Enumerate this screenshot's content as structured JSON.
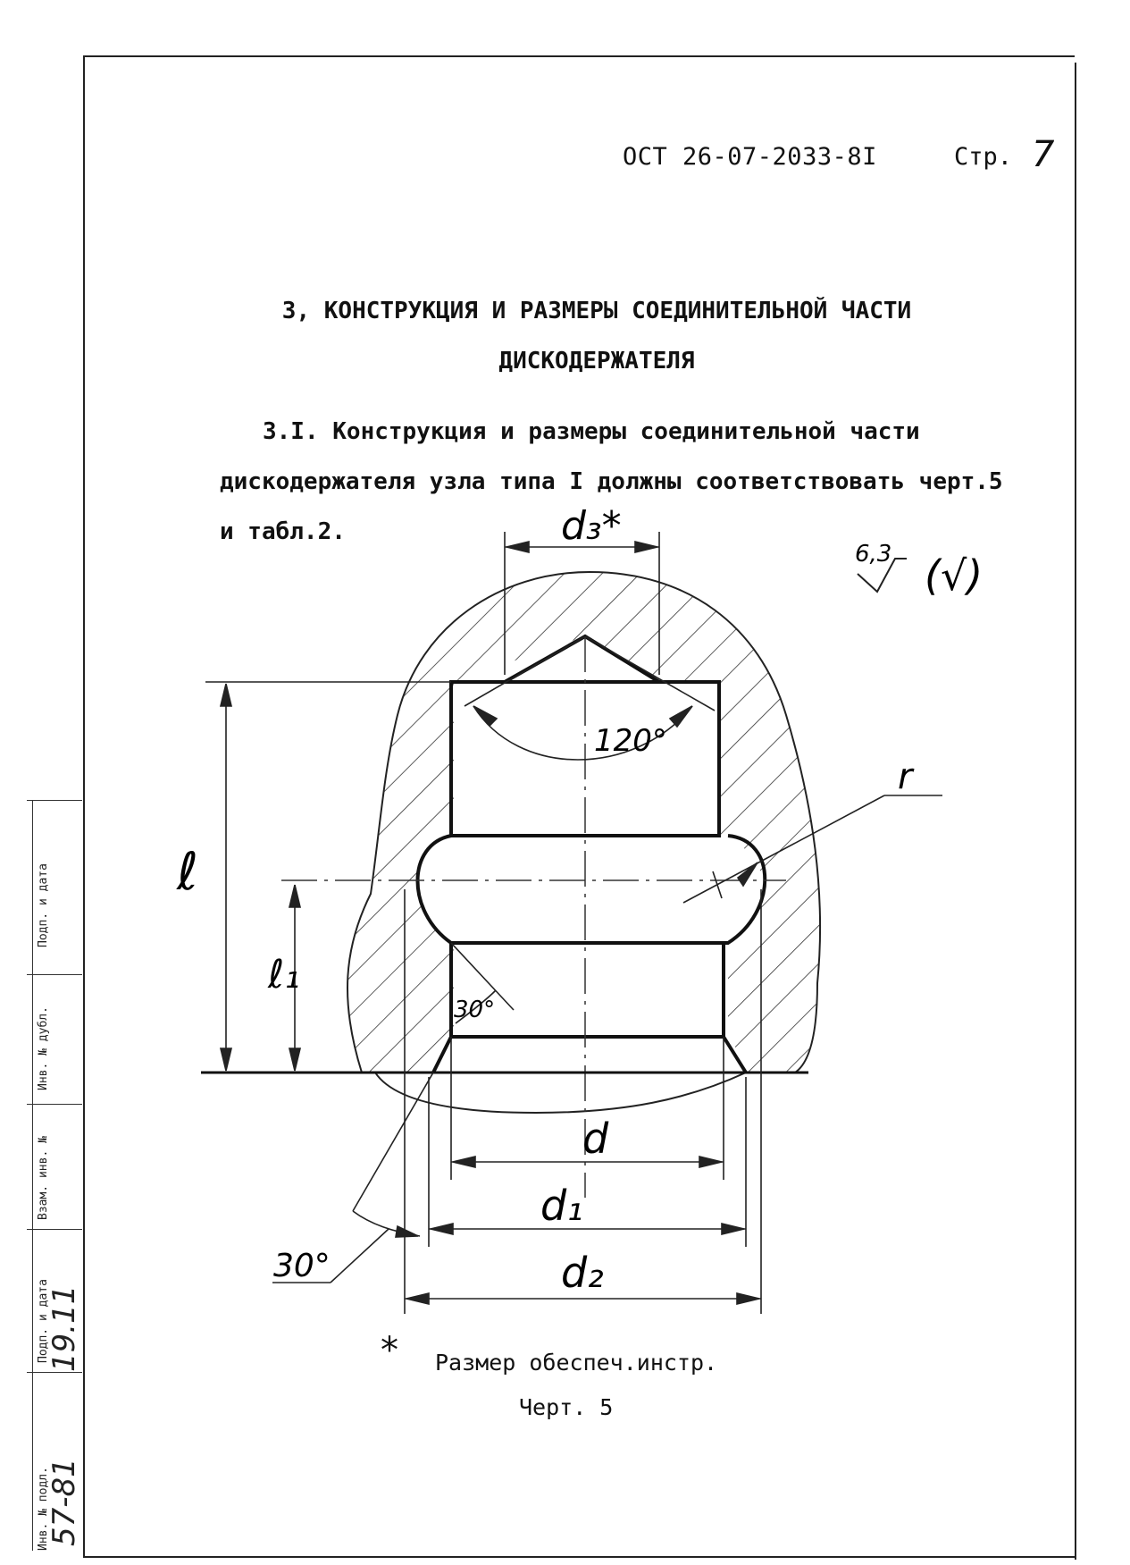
{
  "header": {
    "doc_code": "ОСТ 26-07-2033-8I",
    "page_label": "Стр.",
    "page_number": "7"
  },
  "section": {
    "title_line1": "3, КОНСТРУКЦИЯ И РАЗМЕРЫ СОЕДИНИТЕЛЬНОЙ ЧАСТИ",
    "title_line2": "ДИСКОДЕРЖАТЕЛЯ"
  },
  "paragraph": {
    "line1": "3.I. Конструкция и размеры соединительной части",
    "line2": "дискодержателя узла типа I должны соответствовать черт.5",
    "line3": "и табл.2."
  },
  "drawing": {
    "label_d3": "d₃*",
    "label_angle_top": "120°",
    "label_r": "r",
    "label_l": "ℓ",
    "label_l1": "ℓ₁",
    "label_angle_inner": "30°",
    "label_angle_outer": "30°",
    "label_d": "d",
    "label_d1": "d₁",
    "label_d2": "d₂",
    "roughness_value": "6,3",
    "roughness_general": "(√)"
  },
  "caption": {
    "star": "*",
    "note": "Размер обеспеч.инстр.",
    "figure": "Черт. 5"
  },
  "stamp": {
    "field1": "Подп. и дата",
    "field2": "Инв. № дубл.",
    "field3": "Взам. инв. №",
    "field4": "Подп. и дата",
    "field5": "Инв. № подл.",
    "hand_date": "19.11",
    "hand_inv": "57-81"
  }
}
